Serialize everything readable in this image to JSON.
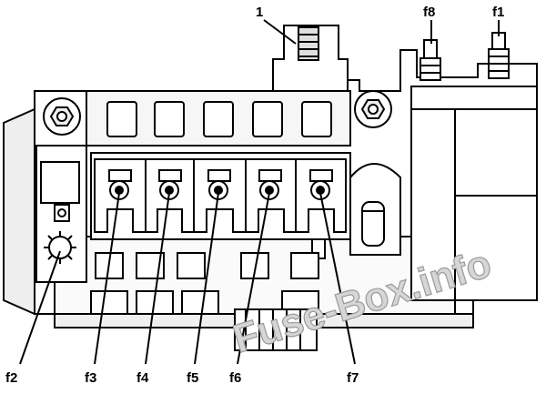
{
  "labels": {
    "l1": "1",
    "f8": "f8",
    "f1": "f1",
    "f2": "f2",
    "f3": "f3",
    "f4": "f4",
    "f5": "f5",
    "f6": "f6",
    "f7": "f7"
  },
  "watermark": "Fuse-Box.info"
}
